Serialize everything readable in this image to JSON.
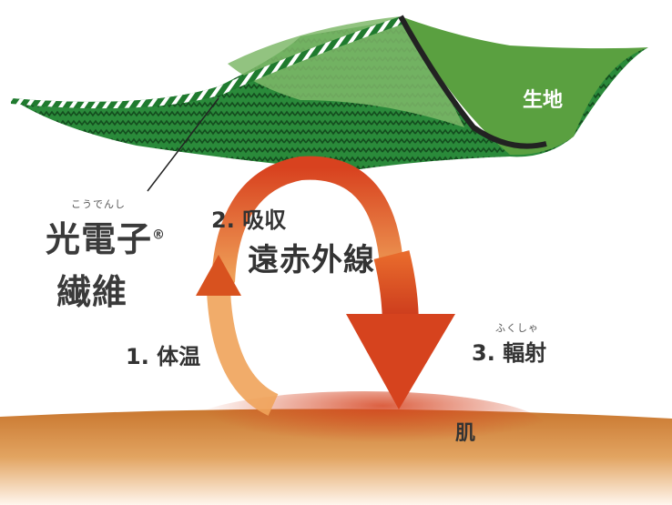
{
  "labels": {
    "fabric": "生地",
    "fiber_ruby": "こうでんし",
    "fiber_line1": "光電子",
    "fiber_reg": "®",
    "fiber_line2": "繊維",
    "step2": "2. 吸収",
    "far_infrared": "遠赤外線",
    "step1": "1. 体温",
    "step3_ruby": "ふくしゃ",
    "step3": "3. 輻射",
    "skin": "肌"
  },
  "colors": {
    "fabric_dark": "#1f7a2e",
    "fabric_light": "#6aa84f",
    "arrow_red": "#d8421f",
    "arrow_orange": "#f0a35a",
    "skin": "#d7833c"
  }
}
